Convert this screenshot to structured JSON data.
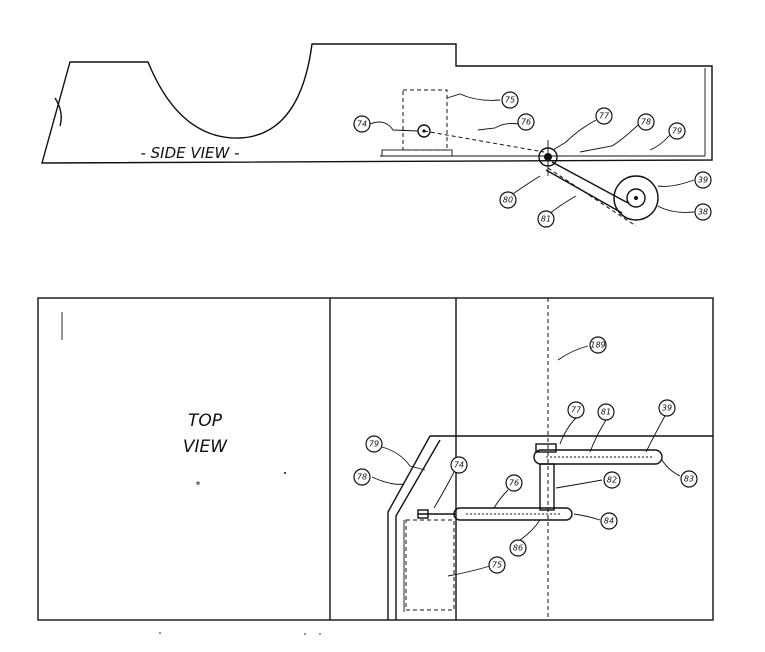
{
  "side_view": {
    "title": "- SIDE VIEW -",
    "labels": [
      "74",
      "75",
      "76",
      "77",
      "78",
      "79",
      "39",
      "38",
      "80",
      "81"
    ]
  },
  "top_view": {
    "title_line1": "TOP",
    "title_line2": "VIEW",
    "labels": [
      "189",
      "77",
      "81",
      "39",
      "79",
      "78",
      "74",
      "76",
      "82",
      "83",
      "84",
      "86",
      "75"
    ]
  }
}
